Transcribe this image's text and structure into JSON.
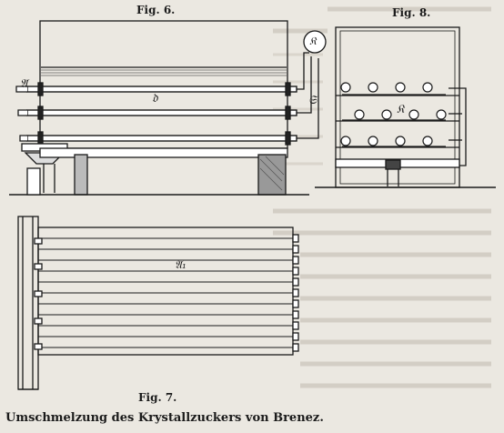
{
  "figures": {
    "fig6": {
      "title": "Fig. 6.",
      "labels": {
        "d": "𝔡",
        "a": "𝔄",
        "s": "𝔖",
        "k": "𝔎"
      }
    },
    "fig8": {
      "title": "Fig. 8.",
      "labels": {
        "k": "𝔎"
      }
    },
    "fig7": {
      "title": "Fig. 7.",
      "labels": {
        "a1": "𝔄₁"
      }
    }
  },
  "caption": "Umschmelzung des Krystallzuckers von Brenez."
}
